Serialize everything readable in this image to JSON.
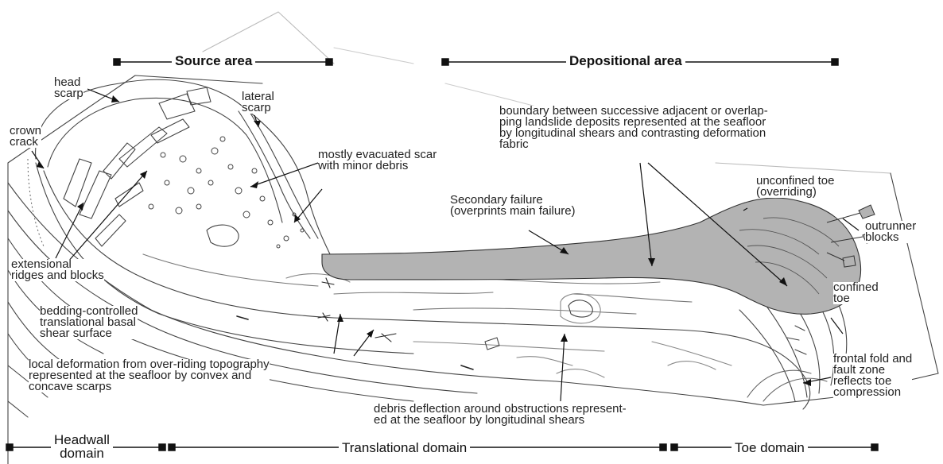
{
  "headers": {
    "source": "Source area",
    "depositional": "Depositional area"
  },
  "domains": {
    "headwall": "Headwall\ndomain",
    "translational": "Translational domain",
    "toe": "Toe domain"
  },
  "labels": {
    "head_scarp": "head\nscarp",
    "crown_crack": "crown\ncrack",
    "lateral_scarp": "lateral\nscarp",
    "evacuated_scar": "mostly evacuated scar\nwith minor debris",
    "boundary": "boundary between successive adjacent or overlap-\nping landslide deposits represented at the seafloor\nby longitudinal shears and contrasting deformation\nfabric",
    "unconfined_toe": "unconfined toe\n(overriding)",
    "secondary_failure": "Secondary failure\n(overprints main failure)",
    "outrunner_blocks": "outrunner\nblocks",
    "extensional_ridges": "extensional\nridges and blocks",
    "confined_toe": "confined\ntoe",
    "basal_shear": "bedding-controlled\ntranslational basal\nshear surface",
    "local_deformation": "local deformation from over-riding topography\nrepresented at the seafloor by convex and\nconcave scarps",
    "frontal_fold": "frontal fold and\nfault zone\nreflects toe\ncompression",
    "debris_deflection": "debris deflection around obstructions represent-\ned at the seafloor by longitudinal shears"
  }
}
